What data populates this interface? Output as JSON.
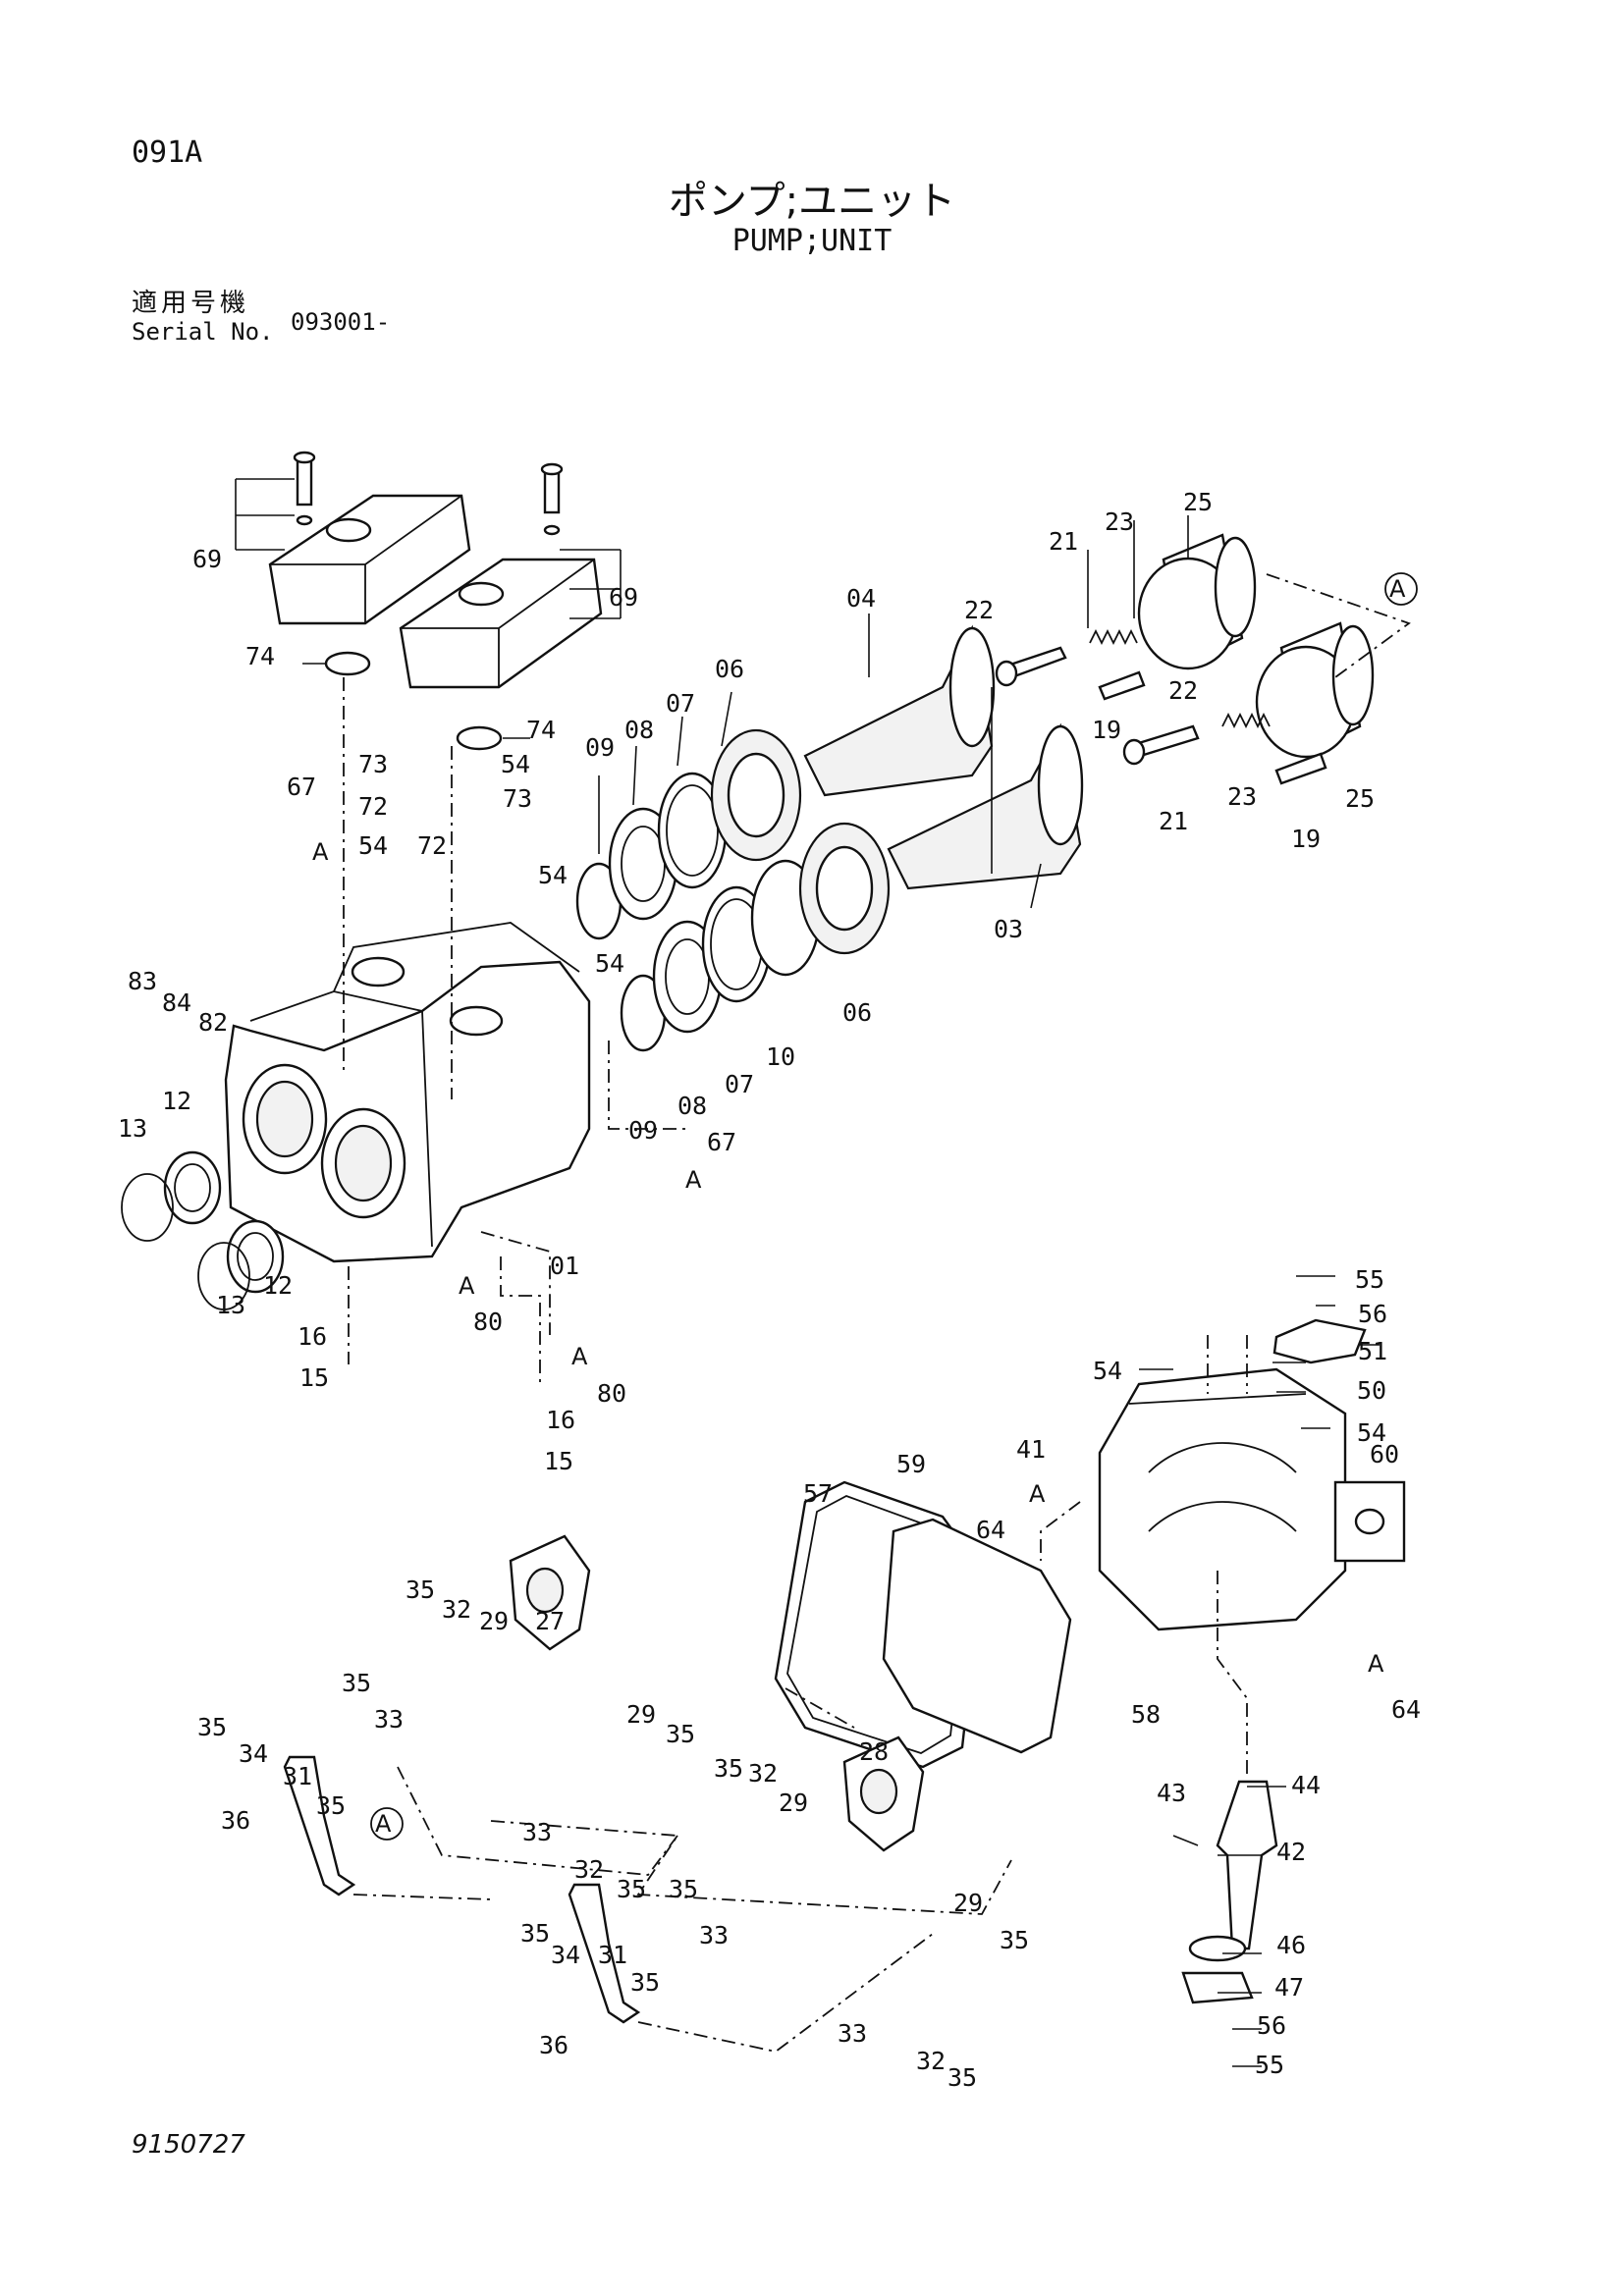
{
  "header": {
    "page_code": "091A",
    "title_jp": "ポンプ;ユニット",
    "title_en": "PUMP;UNIT",
    "serial_label_jp": "適用号機",
    "serial_label_en": "Serial No.",
    "serial_value": "093001-"
  },
  "footer": {
    "document_number": "9150727"
  },
  "callouts": {
    "upper": [
      "69",
      "69",
      "74",
      "74",
      "73",
      "54",
      "72",
      "73",
      "54",
      "72",
      "54",
      "67",
      "A",
      "83",
      "84",
      "82",
      "13",
      "12",
      "13",
      "12",
      "16",
      "15",
      "80",
      "A",
      "80",
      "A",
      "16",
      "15",
      "09",
      "08",
      "07",
      "06",
      "04",
      "22",
      "21",
      "23",
      "25",
      "A",
      "22",
      "19",
      "21",
      "23",
      "19",
      "25",
      "03",
      "54",
      "06",
      "10",
      "07",
      "08",
      "09",
      "67",
      "A",
      "01"
    ],
    "lower": [
      "55",
      "56",
      "51",
      "54",
      "50",
      "41",
      "54",
      "60",
      "A",
      "64",
      "64",
      "A",
      "57",
      "59",
      "58",
      "44",
      "43",
      "42",
      "46",
      "47",
      "56",
      "55",
      "35",
      "32",
      "29",
      "27",
      "35",
      "33",
      "35",
      "34",
      "31",
      "35",
      "36",
      "A",
      "29",
      "35",
      "33",
      "32",
      "35",
      "35",
      "32",
      "29",
      "28",
      "35",
      "33",
      "29",
      "35",
      "33",
      "32",
      "35",
      "35",
      "34",
      "31",
      "35",
      "36"
    ]
  }
}
